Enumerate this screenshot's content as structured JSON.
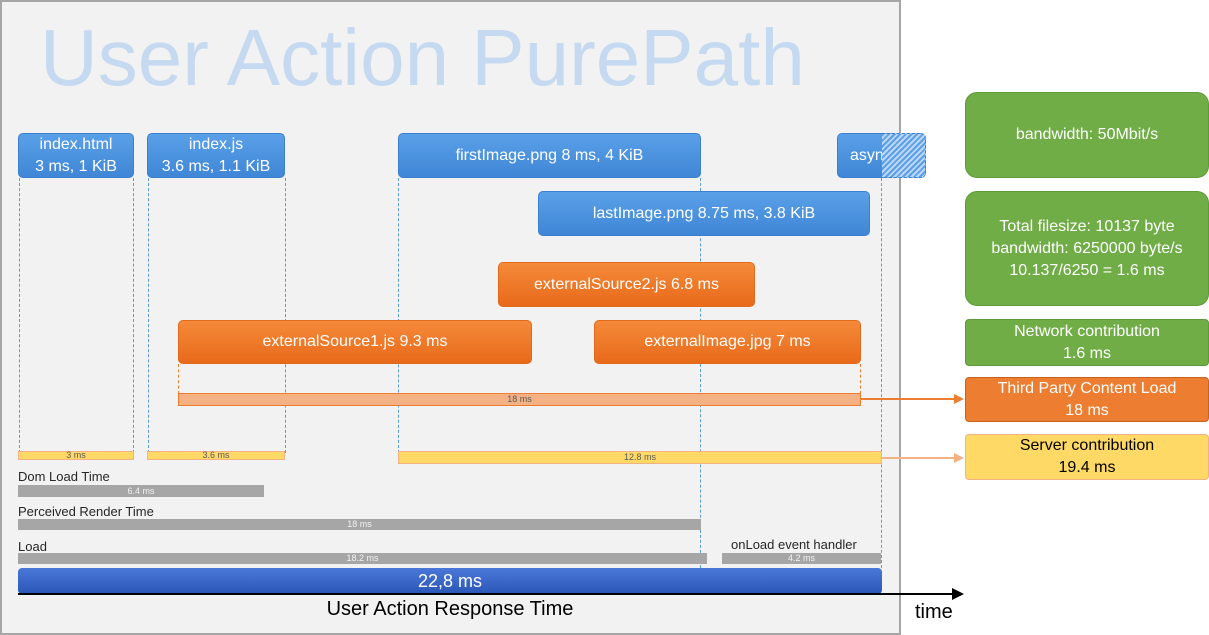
{
  "title": "User Action PurePath",
  "resources": {
    "index_html": [
      "index.html",
      "3 ms, 1 KiB"
    ],
    "index_js": [
      "index.js",
      "3.6 ms, 1.1 KiB"
    ],
    "first_image": "firstImage.png 8 ms, 4 KiB",
    "async_js": "async.js",
    "last_image": "lastImage.png 8.75 ms, 3.8 KiB",
    "external_source2": "externalSource2.js 6.8 ms",
    "external_source1": "externalSource1.js 9.3 ms",
    "external_image": "externalImage.jpg 7 ms"
  },
  "bars": {
    "third_party": "18 ms",
    "server_1": "3 ms",
    "server_2": "3.6 ms",
    "server_3": "12.8 ms",
    "dom_load": "6.4 ms",
    "perceived_render": "18 ms",
    "load": "18.2 ms",
    "onload_handler": "4.2 ms"
  },
  "labels": {
    "dom_load": "Dom Load Time",
    "perceived_render": "Perceived Render Time",
    "load": "Load",
    "onload_handler": "onLoad event handler"
  },
  "total": "22,8 ms",
  "axis": {
    "caption": "User Action Response Time",
    "time": "time"
  },
  "side": {
    "bandwidth": "bandwidth: 50Mbit/s",
    "calc": [
      "Total filesize: 10137 byte",
      "bandwidth: 6250000 byte/s",
      "10.137/6250 = 1.6 ms"
    ],
    "network": [
      "Network contribution",
      "1.6 ms"
    ],
    "third_party": [
      "Third Party Content Load",
      "18 ms"
    ],
    "server": [
      "Server contribution",
      "19.4 ms"
    ]
  },
  "colors": {
    "blue": "#4a90e2",
    "orange": "#ed7d31",
    "green": "#70ad47",
    "yellow": "#ffd966",
    "gray": "#a6a6a6",
    "total": "#2f5fc4"
  }
}
